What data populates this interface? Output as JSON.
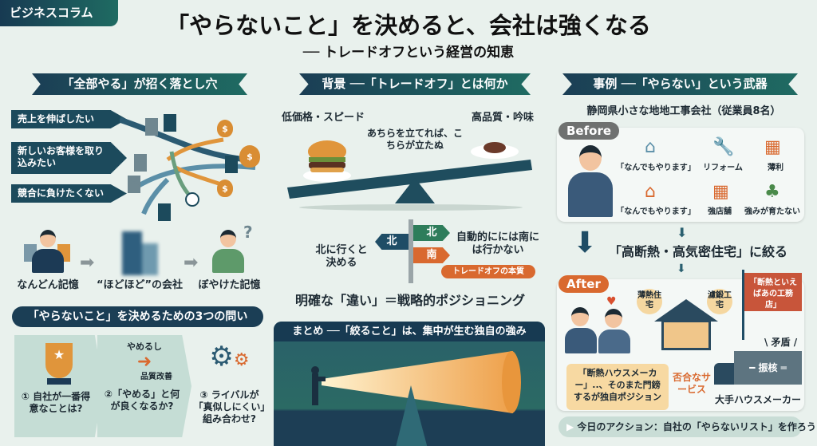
{
  "tag": "ビジネスコラム",
  "title": "「やらないこと」を決めると、会社は強くなる",
  "subtitle": "── トレードオフという経営の知恵",
  "left": {
    "header": "「全部やる」が招く落とし穴",
    "goals": [
      "売上を伸ばしたい",
      "新しいお客様を取り込みたい",
      "競合に負けたくない"
    ],
    "flow": [
      "なんどん記憶",
      "“ほどほど”の会社",
      "ぼやけた記憶"
    ],
    "question_mark": "?",
    "money_symbol": "$",
    "questions_header": "「やらないこと」を決めるための3つの問い",
    "questions": [
      {
        "text": "① 自社が一番得意なことは?"
      },
      {
        "text": "②「やめる」と何が良くなるか?",
        "top_label": "やめるし",
        "bottom_label": "品質改善"
      },
      {
        "text": "③ ライバルが「真似しにくい」組み合わせ?"
      }
    ]
  },
  "center": {
    "header": "背景 ──「トレードオフ」とは何か",
    "left_label": "低価格・スピード",
    "right_label": "高品質・吟味",
    "middle_label": "あちらを立てれば、こちらが立たぬ",
    "signs": [
      "北",
      "北",
      "南"
    ],
    "sign_left_text": "北に行くと決める",
    "sign_right_text": "自動的にには南には行かない",
    "essence_badge": "トレードオフの本質",
    "conclusion": "明確な「違い」＝戦略的ポジショニング",
    "summary_header": "まとめ ──「絞ること」は、集中が生む独自の強み"
  },
  "right": {
    "header": "事例 ──「やらない」という武器",
    "company": "静岡県小さな地地工事会社（従業員8名）",
    "before_badge": "Before",
    "before_items": [
      "「なんでもやります」",
      "リフォーム",
      "薄利",
      "「なんでもやります」",
      "強店舗",
      "強みが育たない"
    ],
    "focus": "「高断熱・高気密住宅」に絞る",
    "after_badge": "After",
    "house_tags": [
      "薄熱住宅",
      "濾鍛工宅"
    ],
    "flag_text": "「断熱といえばあの工務店」",
    "contradiction": "\\ 矛盾 /",
    "truck_label": "━ 振核 ═",
    "speech": "「断熱ハウスメーカー」..、そのまた門鎊するが独自ポジション",
    "mismatch": "否合なサービス",
    "competitor": "大手ハウスメーカー",
    "action": "今日のアクション：自社の「やらないリスト」を作ろう"
  },
  "colors": {
    "navy": "#1b3e55",
    "teal": "#1f6b62",
    "orange": "#d9692f",
    "bg": "#e9f1ed"
  }
}
